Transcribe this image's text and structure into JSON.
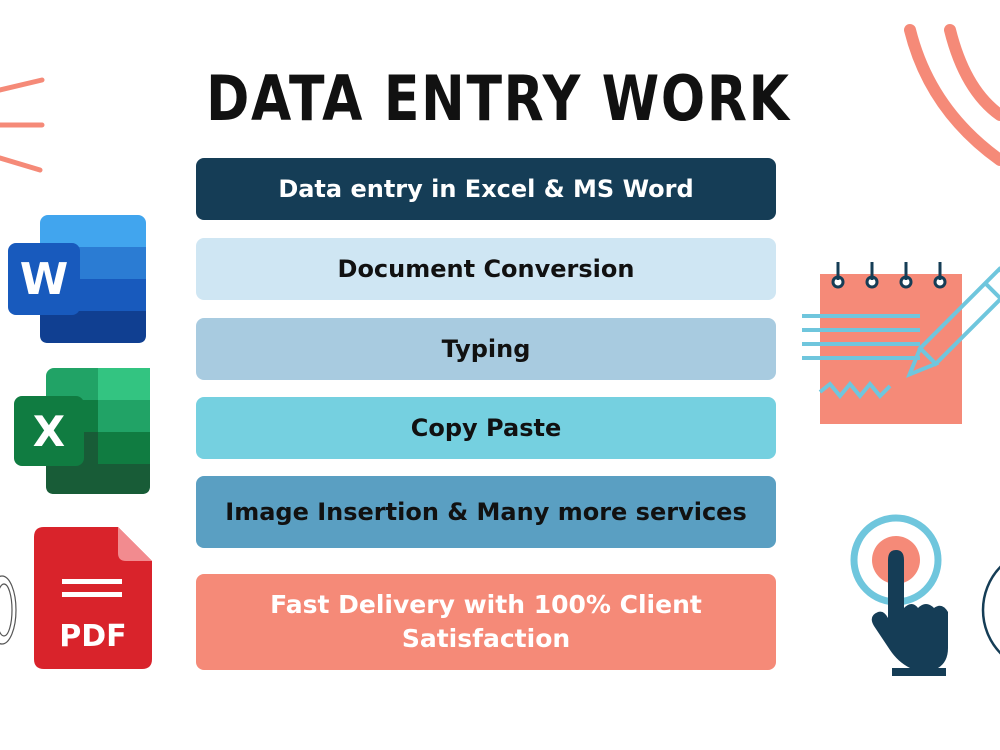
{
  "title": "DATA ENTRY WORK",
  "services": [
    "Data entry in Excel & MS Word",
    "Document Conversion",
    "Typing",
    "Copy Paste",
    "Image Insertion & Many more services",
    "Fast Delivery with 100% Client Satisfaction"
  ],
  "icons": {
    "word": {
      "letter": "W"
    },
    "excel": {
      "letter": "X"
    },
    "pdf": {
      "label": "PDF"
    }
  },
  "colors": {
    "navy": "#153d56",
    "coral": "#f58a78",
    "light_blue": "#cfe6f3",
    "cyan": "#75d0e0"
  }
}
